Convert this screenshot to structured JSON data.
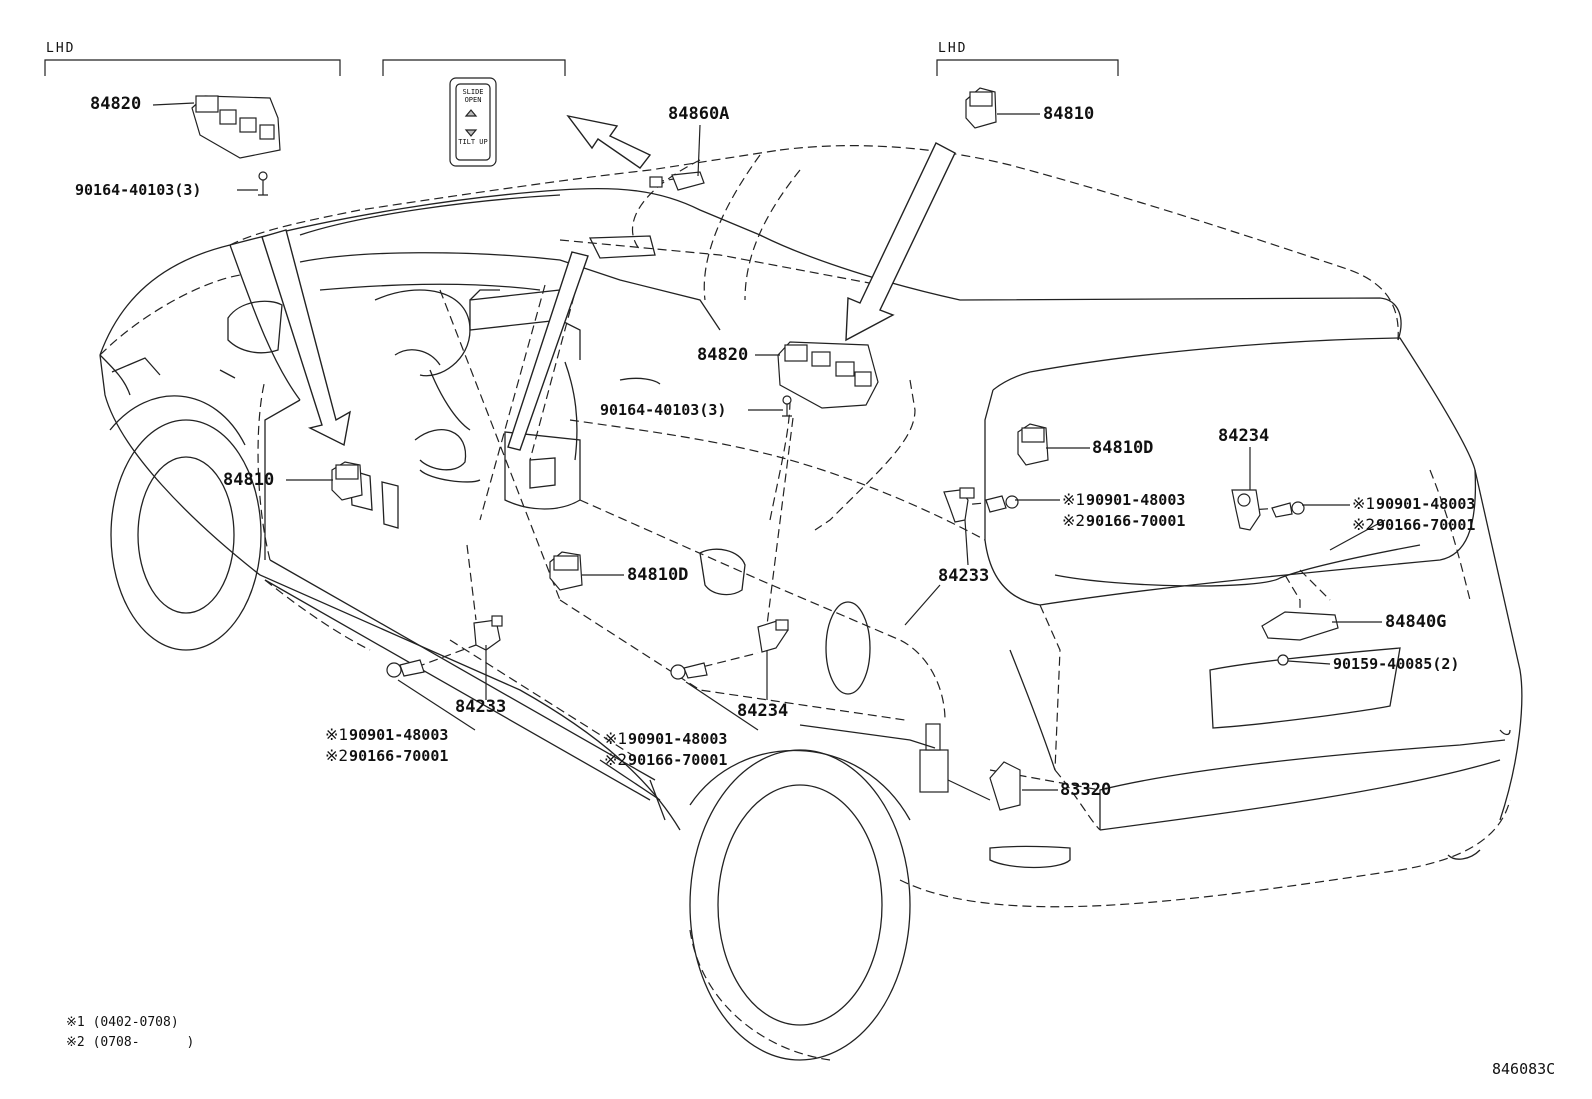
{
  "drawing_id": "846083C",
  "header_labels": {
    "left": "LHD",
    "right": "LHD"
  },
  "inset": {
    "slide_open": "SLIDE OPEN",
    "tilt_up": "TILT UP"
  },
  "parts": {
    "p84820_top": "84820",
    "screw_top": "90164-40103(3)",
    "p84860A": "84860A",
    "p84810_top": "84810",
    "p84820_mid": "84820",
    "screw_mid": "90164-40103(3)",
    "p84810_left": "84810",
    "p84810D_right": "84810D",
    "p84234_right": "84234",
    "bolt_r1": "90901-48003",
    "bolt_r2": "90166-70001",
    "bolt_rr1": "90901-48003",
    "bolt_rr2": "90166-70001",
    "p84810D_mid": "84810D",
    "p84233_right": "84233",
    "p84840G": "84840G",
    "screw_84840G": "90159-40085(2)",
    "p84233_left": "84233",
    "bolt_l1": "90901-48003",
    "bolt_l2": "90166-70001",
    "p84234_mid": "84234",
    "bolt_m1": "90901-48003",
    "bolt_m2": "90166-70001",
    "p83320": "83320"
  },
  "marks": {
    "m1": "※1",
    "m2": "※2"
  },
  "footnotes": {
    "n1_mark": "※1",
    "n1_text": "(0402-0708)",
    "n2_mark": "※2",
    "n2_text": "(0708-      )"
  }
}
